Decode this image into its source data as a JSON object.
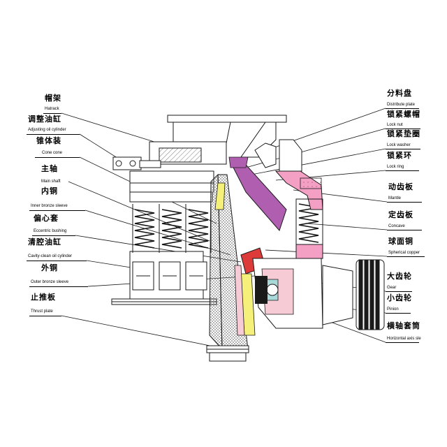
{
  "colors": {
    "line": "#1a1a1a",
    "mantle_pink": "#f3a0c4",
    "distribute_purple": "#b05fb0",
    "shaft_yellow": "#f4f07a",
    "bushing_red": "#dd3a3a",
    "gear_pink": "#f6cbd6",
    "teal_fill": "#a8d8d8",
    "spring": "#222222"
  },
  "labels_left": [
    {
      "cn": "帽架",
      "en": "Hatrack"
    },
    {
      "cn": "调整油缸",
      "en": "Adjusting oil cylinder"
    },
    {
      "cn": "锥体装",
      "en": "Cone cone"
    },
    {
      "cn": "主轴",
      "en": "Main shaft"
    },
    {
      "cn": "内铜",
      "en": "Inner bronze sleeve"
    },
    {
      "cn": "偏心套",
      "en": "Eccentric bushing"
    },
    {
      "cn": "清腔油缸",
      "en": "Cavity-clean oil cylinder"
    },
    {
      "cn": "外铜",
      "en": "Outer bronze sleeve"
    },
    {
      "cn": "止推板",
      "en": "Thrust plate"
    }
  ],
  "labels_right": [
    {
      "cn": "分料盘",
      "en": "Distribute plate"
    },
    {
      "cn": "锁紧螺帽",
      "en": "Lock nut"
    },
    {
      "cn": "锁紧垫圈",
      "en": "Lock washer"
    },
    {
      "cn": "锁紧环",
      "en": "Lock ring"
    },
    {
      "cn": "动齿板",
      "en": "Mantle"
    },
    {
      "cn": "定齿板",
      "en": "Concave"
    },
    {
      "cn": "球面铜",
      "en": "Spherical copper"
    },
    {
      "cn": "大齿轮",
      "en": "Gear"
    },
    {
      "cn": "小齿轮",
      "en": "Pinion"
    },
    {
      "cn": "横轴套筒",
      "en": "Horizontal axis sle"
    }
  ]
}
